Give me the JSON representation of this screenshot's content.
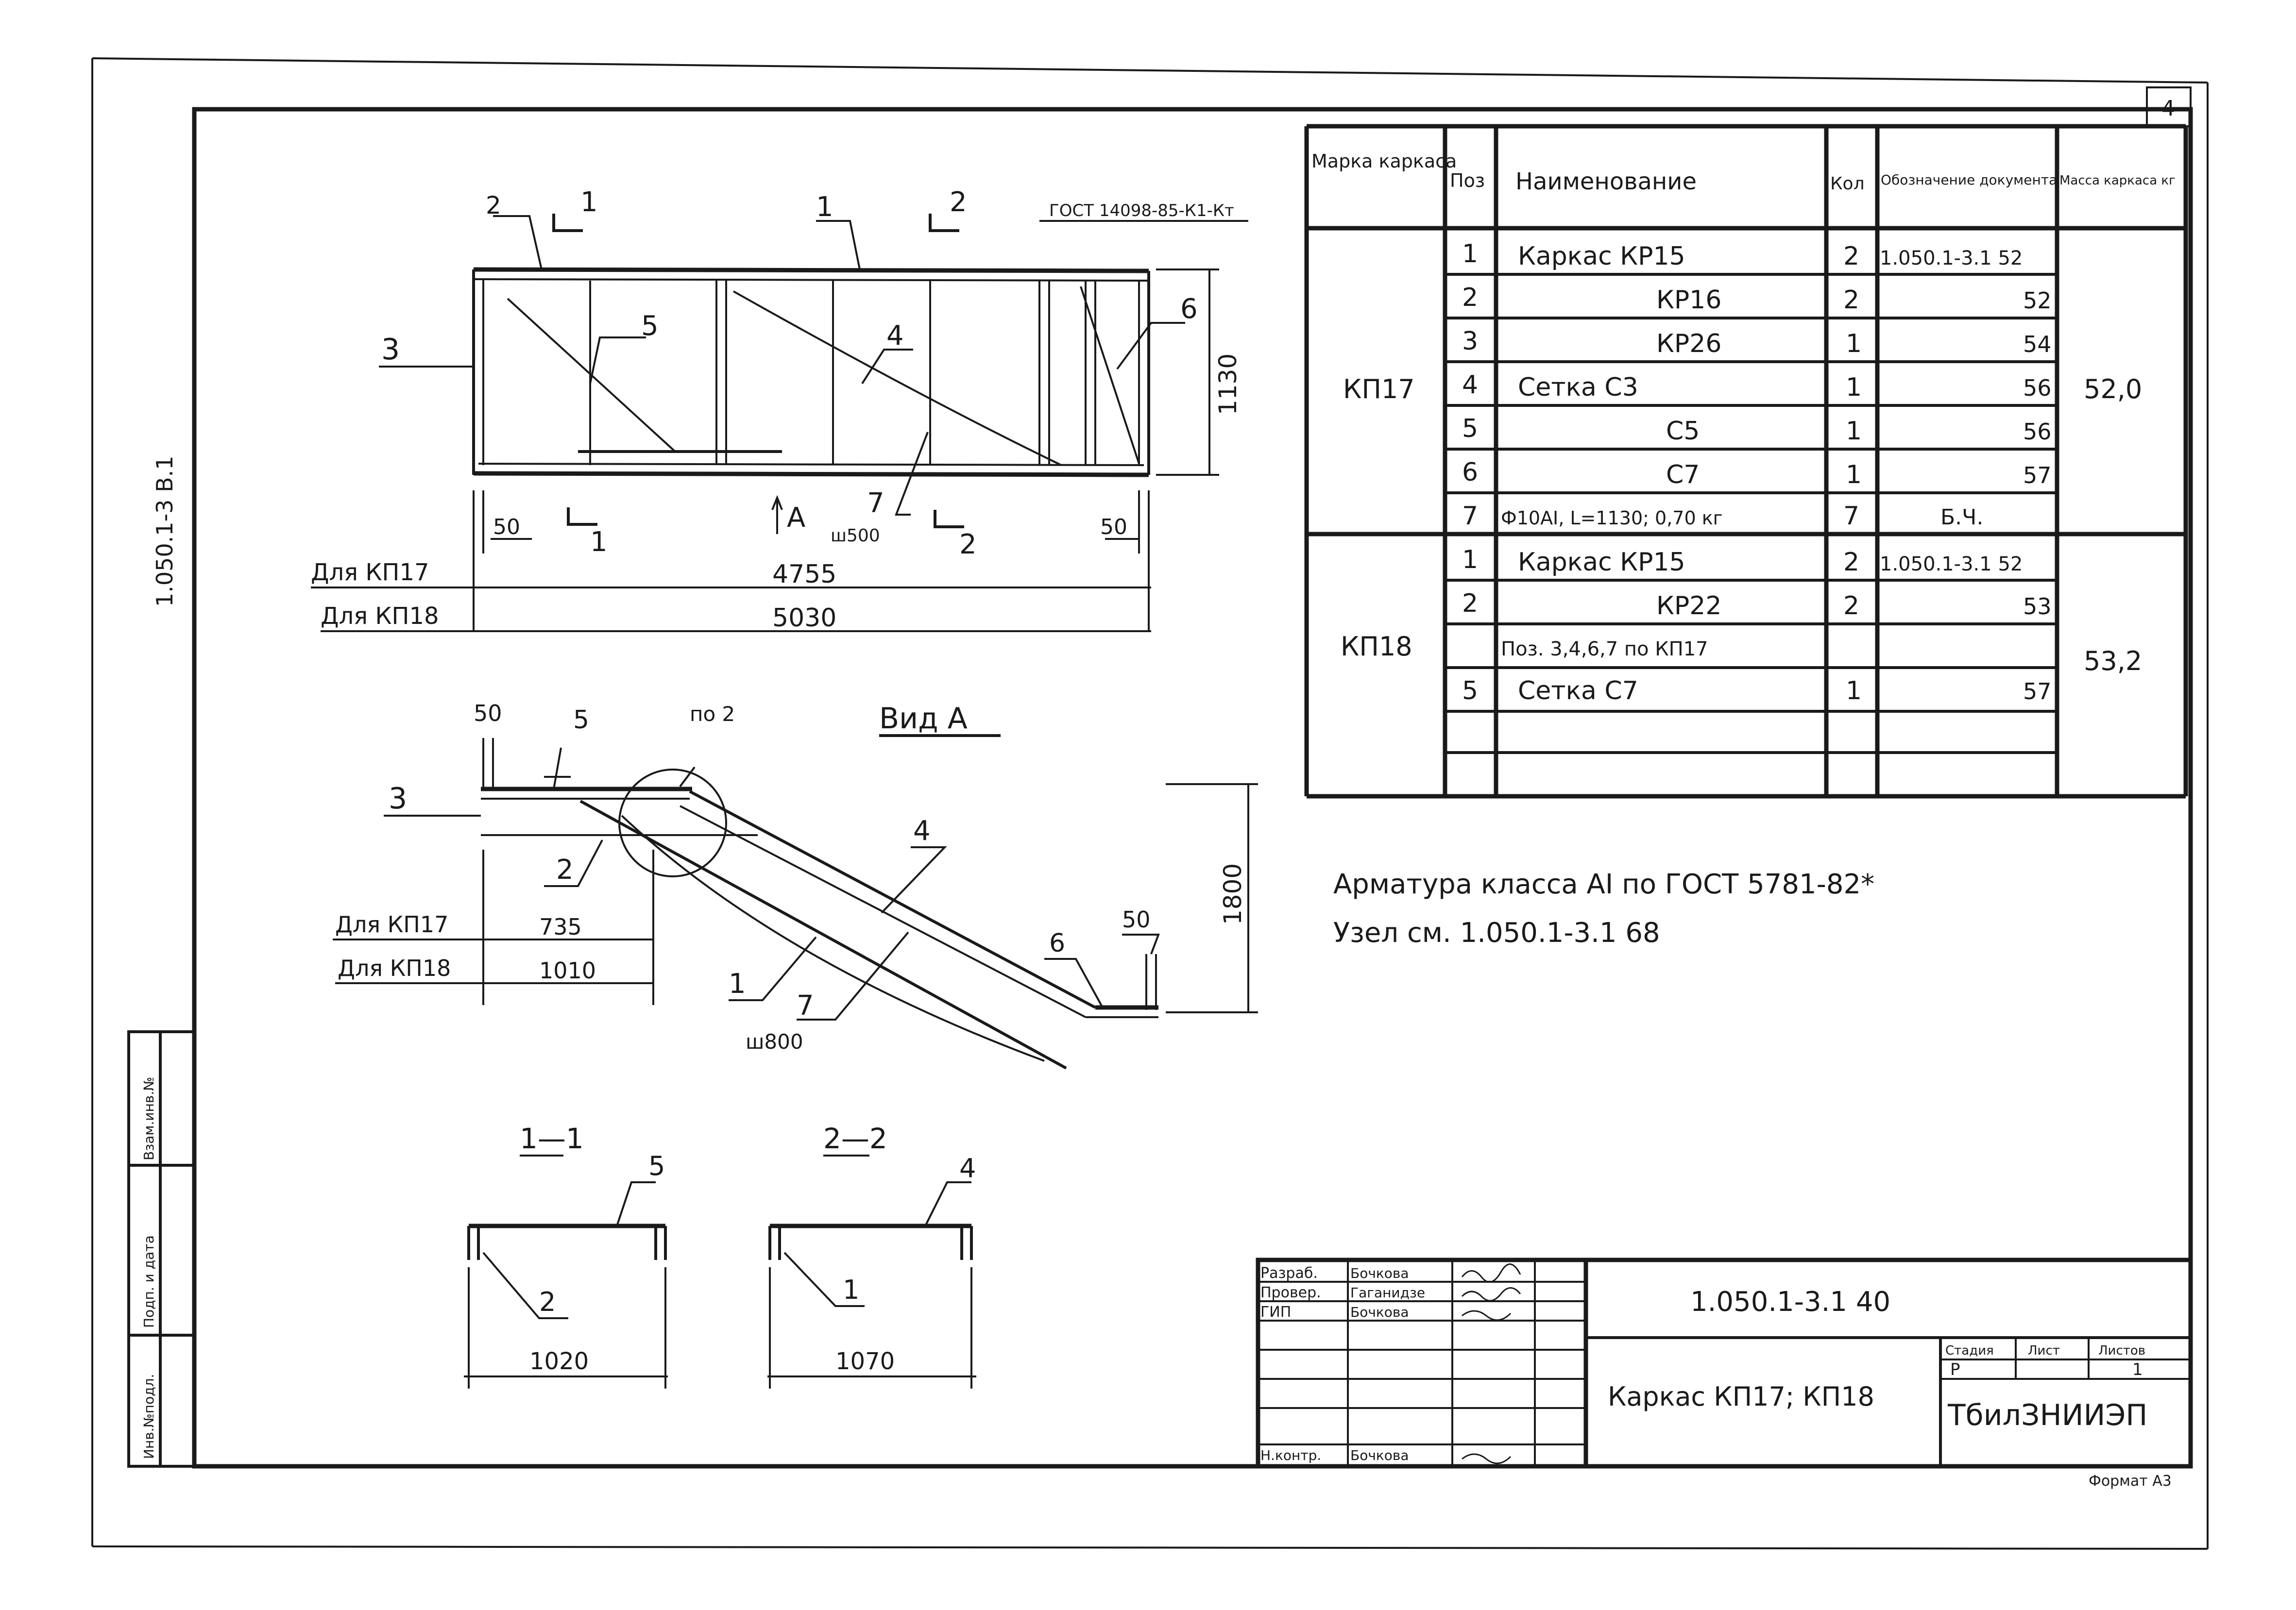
{
  "side_code": "1.050.1-3 В.1",
  "sheet_number": "4",
  "elevation": {
    "labels": {
      "pos1": "1",
      "pos2": "2",
      "pos3": "3",
      "pos4": "4",
      "pos5": "5",
      "pos6": "6",
      "pos7": "7",
      "sec1": "1",
      "sec2": "2",
      "gost": "ГОСТ 14098-85-К1-Кт"
    },
    "height_dim": "1130",
    "dim_50_left": "50",
    "dim_50_right": "50",
    "spacing": "ш500",
    "view_arrow": "А",
    "row1_label": "Для КП17",
    "row1_value": "4755",
    "row2_label": "Для КП18",
    "row2_value": "5030"
  },
  "view_a": {
    "title": "Вид А",
    "node_label": "по 2",
    "dim_top": "50",
    "dim_right_top": "50",
    "height_dim": "1800",
    "labels": {
      "pos1": "1",
      "pos2": "2",
      "pos3": "3",
      "pos4": "4",
      "pos5": "5",
      "pos6": "6",
      "pos7": "7"
    },
    "spacing": "ш800",
    "row1_label": "Для КП17",
    "row1_value": "735",
    "row2_label": "Для КП18",
    "row2_value": "1010"
  },
  "sections": [
    {
      "title": "1—1",
      "top_pos": "5",
      "inner_pos": "2",
      "width": "1020"
    },
    {
      "title": "2—2",
      "top_pos": "4",
      "inner_pos": "1",
      "width": "1070"
    }
  ],
  "spec_table": {
    "headers": [
      "Марка каркаса",
      "Поз",
      "Наименование",
      "Кол",
      "Обозначение документа",
      "Масса каркаса кг"
    ],
    "groups": [
      {
        "mark": "КП17",
        "mass": "52,0",
        "rows": [
          {
            "pos": "1",
            "name": "Каркас КР15",
            "qty": "2",
            "doc": "1.050.1-3.1 52"
          },
          {
            "pos": "2",
            "name": "КР16",
            "qty": "2",
            "doc": "52"
          },
          {
            "pos": "3",
            "name": "КР26",
            "qty": "1",
            "doc": "54"
          },
          {
            "pos": "4",
            "name": "Сетка С3",
            "qty": "1",
            "doc": "56"
          },
          {
            "pos": "5",
            "name": "С5",
            "qty": "1",
            "doc": "56"
          },
          {
            "pos": "6",
            "name": "С7",
            "qty": "1",
            "doc": "57"
          },
          {
            "pos": "7",
            "name": "Ф10АI, L=1130; 0,70 кг",
            "qty": "7",
            "doc": "Б.Ч."
          }
        ]
      },
      {
        "mark": "КП18",
        "mass": "53,2",
        "rows": [
          {
            "pos": "1",
            "name": "Каркас КР15",
            "qty": "2",
            "doc": "1.050.1-3.1 52"
          },
          {
            "pos": "2",
            "name": "КР22",
            "qty": "2",
            "doc": "53"
          },
          {
            "pos": "",
            "name": "Поз. 3,4,6,7 по КП17",
            "qty": "",
            "doc": ""
          },
          {
            "pos": "5",
            "name": "Сетка С7",
            "qty": "1",
            "doc": "57"
          },
          {
            "pos": "",
            "name": "",
            "qty": "",
            "doc": ""
          },
          {
            "pos": "",
            "name": "",
            "qty": "",
            "doc": ""
          }
        ]
      }
    ]
  },
  "notes": [
    "Арматура класса АI по ГОСТ 5781-82*",
    "Узел см. 1.050.1-3.1 68"
  ],
  "title_block": {
    "code": "1.050.1-3.1 40",
    "title": "Каркас КП17; КП18",
    "org": "ТбилЗНИИЭП",
    "stage_header": "Стадия",
    "sheet_header": "Лист",
    "sheets_header": "Листов",
    "stage": "Р",
    "sheets": "1",
    "roles": [
      {
        "role": "Разраб.",
        "name": "Бочкова"
      },
      {
        "role": "Провер.",
        "name": "Гаганидзе"
      },
      {
        "role": "ГИП",
        "name": "Бочкова"
      },
      {
        "role": "",
        "name": ""
      },
      {
        "role": "",
        "name": ""
      },
      {
        "role": "",
        "name": ""
      },
      {
        "role": "Н.контр.",
        "name": "Бочкова"
      }
    ]
  },
  "stamp_cells": [
    "Взам.инв.№",
    "Подп. и дата",
    "Инв.№подл."
  ],
  "format": "Формат А3"
}
